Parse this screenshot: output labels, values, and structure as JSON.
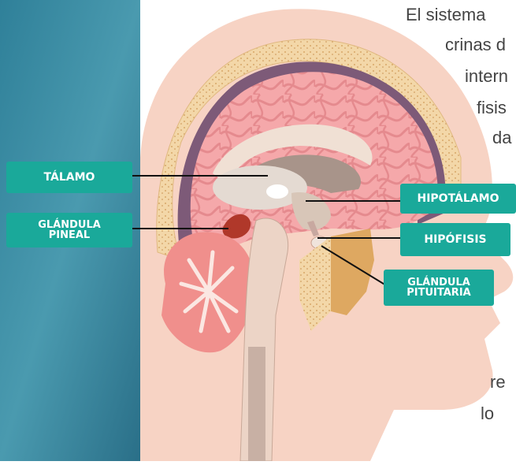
{
  "text_fragments": [
    {
      "id": "t1",
      "text": "El  sistema"
    },
    {
      "id": "t2",
      "text": "crinas d"
    },
    {
      "id": "t3",
      "text": "intern"
    },
    {
      "id": "t4",
      "text": "fisis"
    },
    {
      "id": "t5",
      "text": "da"
    },
    {
      "id": "t6",
      "text": "re"
    },
    {
      "id": "t7",
      "text": "lo"
    }
  ],
  "labels": {
    "talamo": "TÁLAMO",
    "glandula_pineal_line1": "GLÁNDULA",
    "glandula_pineal_line2": "PINEAL",
    "hipotalamo": "HIPOTÁLAMO",
    "hipofisis": "HIPÓFISIS",
    "glandula_pituitaria_line1": "GLÁNDULA",
    "glandula_pituitaria_line2": "PITUITARIA"
  },
  "colors": {
    "label_bg": "#1aa99a",
    "left_panel": "#3a8aa0",
    "skin": "#f6d0c0",
    "brain": "#f4a6a8",
    "cerebellum": "#f08f8c",
    "pineal": "#b0382a",
    "sinus": "#d9a050"
  }
}
